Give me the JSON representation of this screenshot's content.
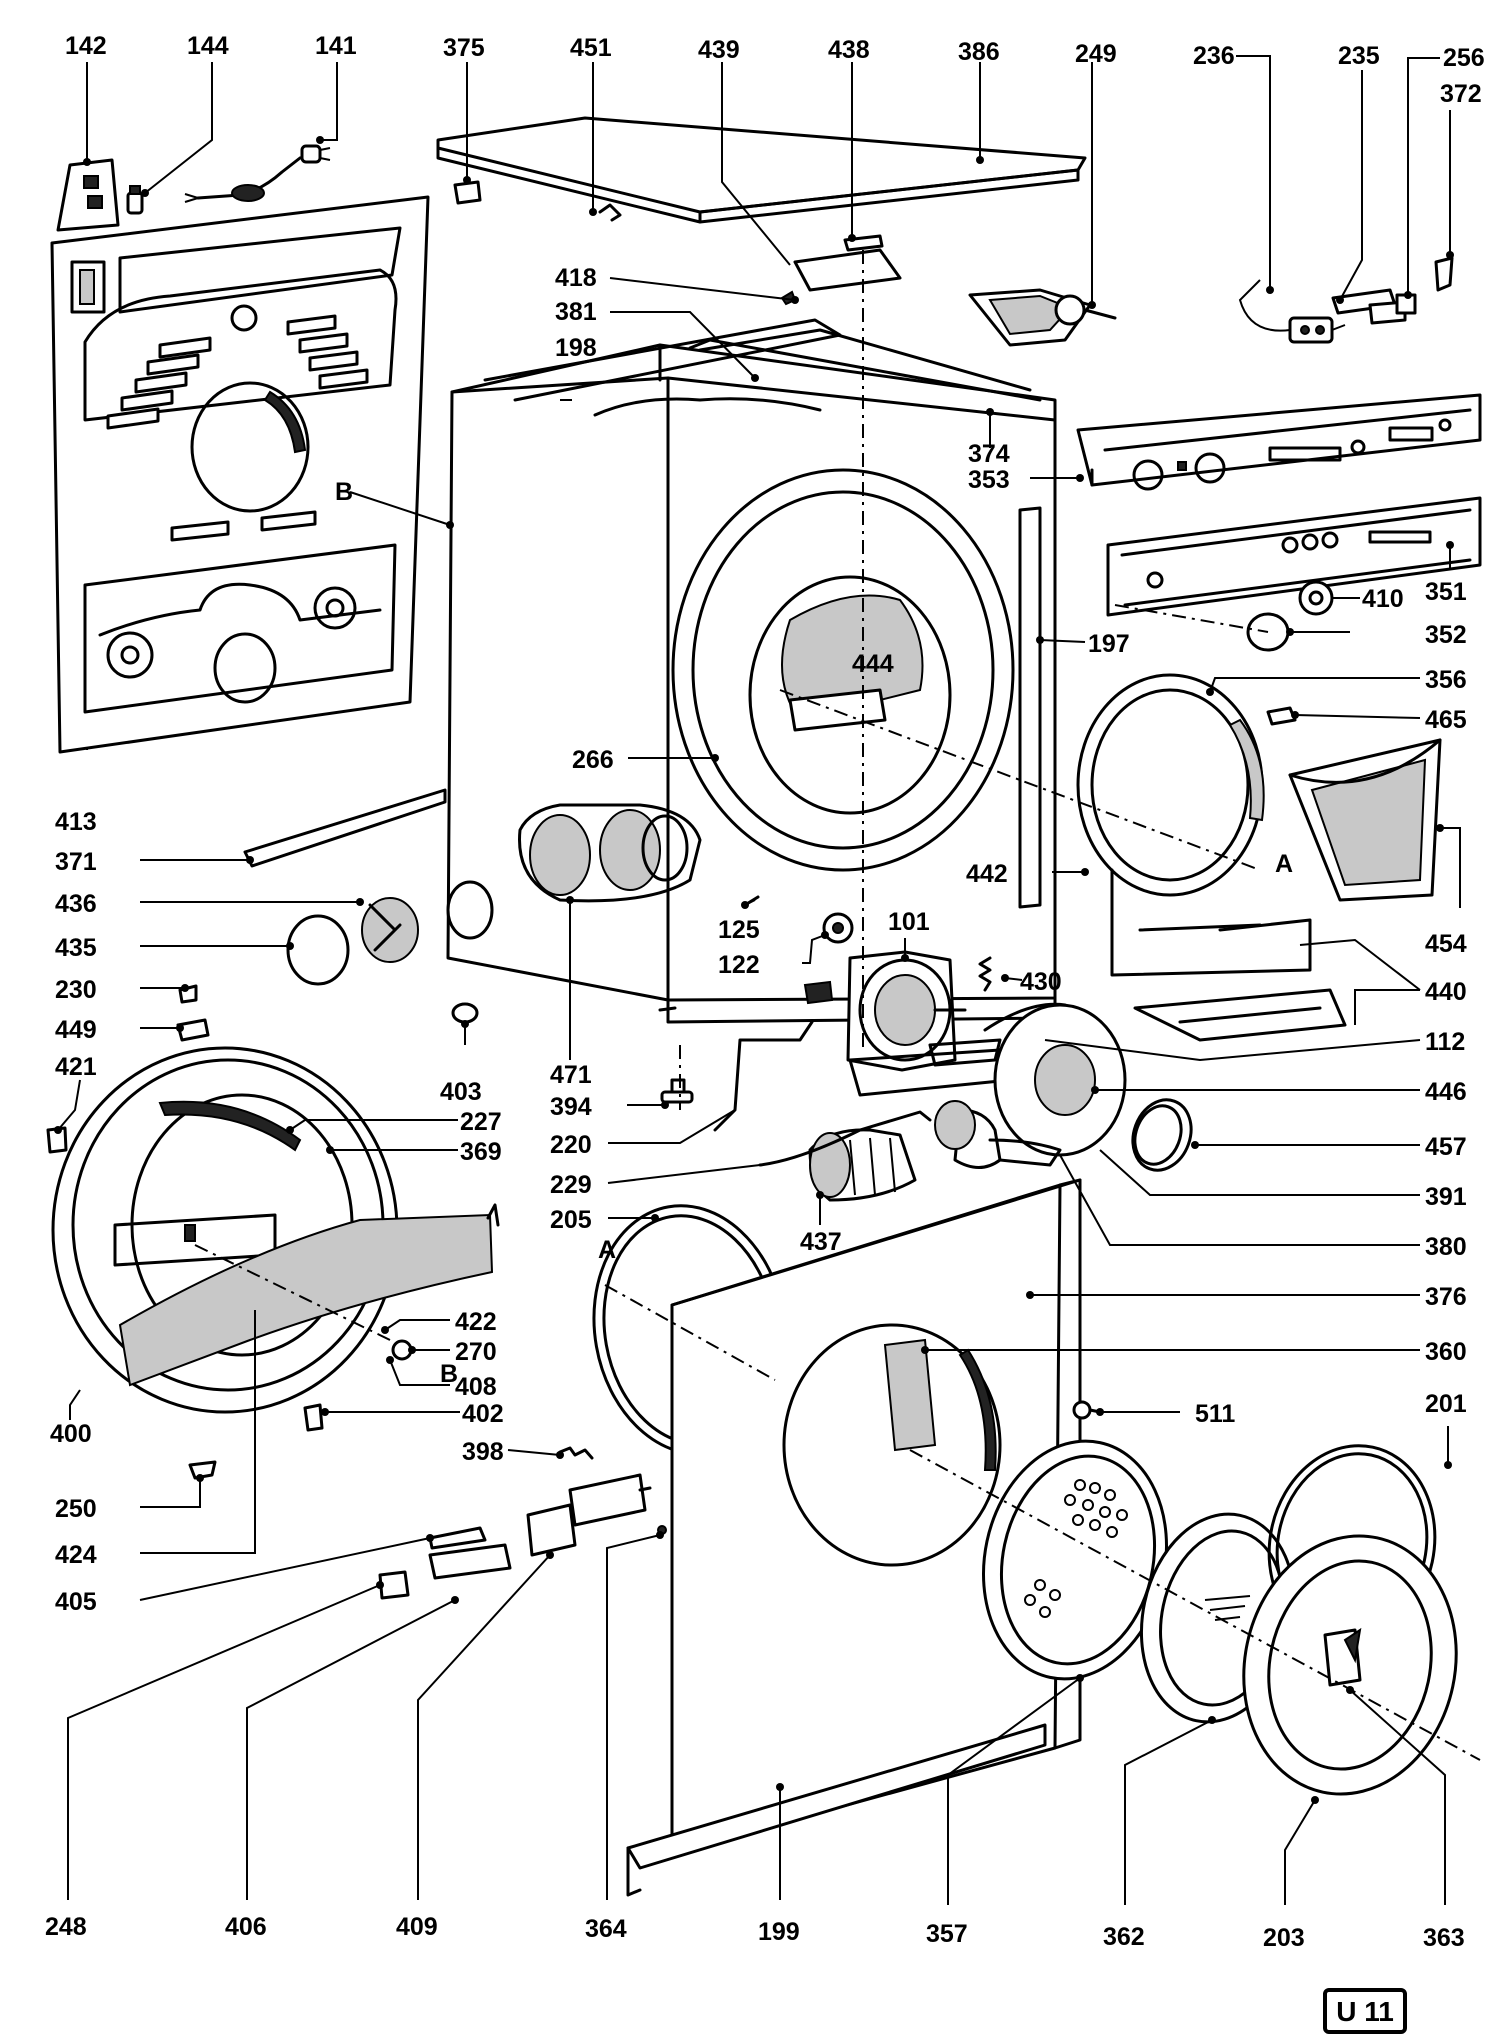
{
  "labels": {
    "l142": "142",
    "l144": "144",
    "l141": "141",
    "l375": "375",
    "l451": "451",
    "l439": "439",
    "l438": "438",
    "l386": "386",
    "l249": "249",
    "l236": "236",
    "l235": "235",
    "l256": "256",
    "l372": "372",
    "l418": "418",
    "l381": "381",
    "l198": "198",
    "lB1": "B",
    "l374": "374",
    "l353": "353",
    "l351": "351",
    "l410": "410",
    "l352": "352",
    "l197": "197",
    "l444": "444",
    "l356": "356",
    "l465": "465",
    "l266": "266",
    "l413": "413",
    "l371": "371",
    "l436": "436",
    "l435": "435",
    "l442": "442",
    "lA1": "A",
    "l454": "454",
    "l125": "125",
    "l122": "122",
    "l101": "101",
    "l430": "430",
    "l440": "440",
    "l230": "230",
    "l449": "449",
    "l403": "403",
    "l471": "471",
    "l112": "112",
    "l421": "421",
    "l394": "394",
    "l446": "446",
    "l227": "227",
    "l369": "369",
    "l220": "220",
    "l457": "457",
    "l229": "229",
    "l391": "391",
    "l205": "205",
    "l437": "437",
    "l380": "380",
    "lA2": "A",
    "l376": "376",
    "l360": "360",
    "l422": "422",
    "l270": "270",
    "lB2": "B",
    "l408": "408",
    "l511": "511",
    "l201": "201",
    "l402": "402",
    "l400": "400",
    "l398": "398",
    "l250": "250",
    "l424": "424",
    "l405": "405",
    "l248": "248",
    "l406": "406",
    "l409": "409",
    "l364": "364",
    "l199": "199",
    "l357": "357",
    "l362": "362",
    "l203": "203",
    "l363": "363"
  },
  "badge": "U 11"
}
